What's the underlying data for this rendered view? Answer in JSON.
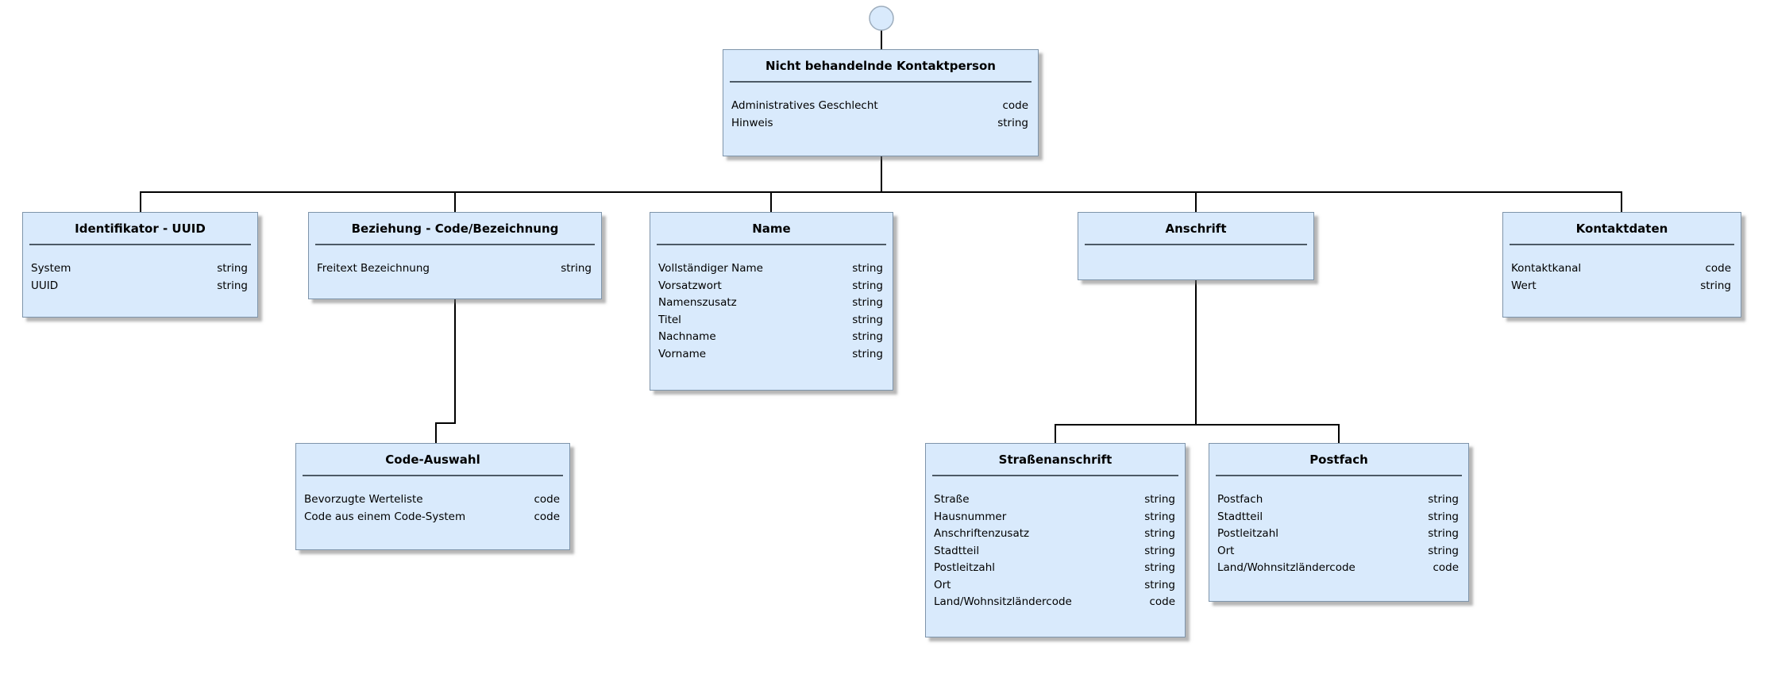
{
  "diagram": {
    "colors": {
      "background": "#ffffff",
      "box_fill": "#d9eafc",
      "box_border": "#7e94aa",
      "separator_line": "#4d5a66",
      "connector_line": "#000000",
      "circle_border": "#9dadbd"
    },
    "icons": {
      "root_node": "interface-circle"
    },
    "boxes": [
      {
        "title": "Nicht behandelnde Kontaktperson",
        "attrs": [
          {
            "name": "Administratives Geschlecht",
            "type": "code"
          },
          {
            "name": "Hinweis",
            "type": "string"
          }
        ]
      },
      {
        "title": "Identifikator - UUID",
        "attrs": [
          {
            "name": "System",
            "type": "string"
          },
          {
            "name": "UUID",
            "type": "string"
          }
        ]
      },
      {
        "title": "Beziehung - Code/Bezeichnung",
        "attrs": [
          {
            "name": "Freitext Bezeichnung",
            "type": "string"
          }
        ]
      },
      {
        "title": "Name",
        "attrs": [
          {
            "name": "Vollständiger Name",
            "type": "string"
          },
          {
            "name": "Vorsatzwort",
            "type": "string"
          },
          {
            "name": "Namenszusatz",
            "type": "string"
          },
          {
            "name": "Titel",
            "type": "string"
          },
          {
            "name": "Nachname",
            "type": "string"
          },
          {
            "name": "Vorname",
            "type": "string"
          }
        ]
      },
      {
        "title": "Anschrift",
        "attrs": []
      },
      {
        "title": "Kontaktdaten",
        "attrs": [
          {
            "name": "Kontaktkanal",
            "type": "code"
          },
          {
            "name": "Wert",
            "type": "string"
          }
        ]
      },
      {
        "title": "Code-Auswahl",
        "attrs": [
          {
            "name": "Bevorzugte Werteliste",
            "type": "code"
          },
          {
            "name": "Code aus einem Code-System",
            "type": "code"
          }
        ]
      },
      {
        "title": "Straßenanschrift",
        "attrs": [
          {
            "name": "Straße",
            "type": "string"
          },
          {
            "name": "Hausnummer",
            "type": "string"
          },
          {
            "name": "Anschriftenzusatz",
            "type": "string"
          },
          {
            "name": "Stadtteil",
            "type": "string"
          },
          {
            "name": "Postleitzahl",
            "type": "string"
          },
          {
            "name": "Ort",
            "type": "string"
          },
          {
            "name": "Land/Wohnsitzländercode",
            "type": "code"
          }
        ]
      },
      {
        "title": "Postfach",
        "attrs": [
          {
            "name": "Postfach",
            "type": "string"
          },
          {
            "name": "Stadtteil",
            "type": "string"
          },
          {
            "name": "Postleitzahl",
            "type": "string"
          },
          {
            "name": "Ort",
            "type": "string"
          },
          {
            "name": "Land/Wohnsitzländercode",
            "type": "code"
          }
        ]
      }
    ]
  }
}
